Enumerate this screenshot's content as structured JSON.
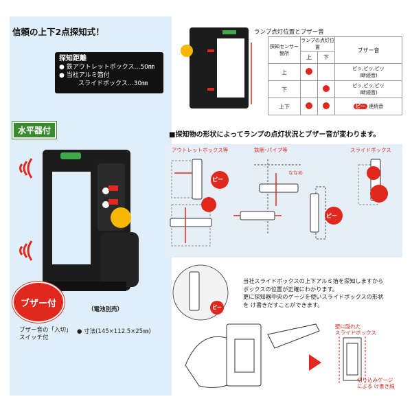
{
  "left": {
    "title": "信頼の上下2点探知式！",
    "spec": {
      "heading": "探知距離",
      "line1": "● 鉄アウトレットボックス…50㎜",
      "line2": "● 当社アルミ箔付",
      "line3": "スライドボックス…30㎜"
    },
    "level_tag": "水平器付",
    "buzzer_badge": "ブザー付",
    "battery_note": "（電池別売）",
    "switch_note_1": "ブザー音の「入切」",
    "switch_note_2": "スイッチ付",
    "size_note": "● 寸法(145×112.5×25㎜)"
  },
  "lamp_table": {
    "title": "ランプ点灯位置とブザー音",
    "col_sensor": "探知センサー箇所",
    "col_lamp": "ランプの点灯位置",
    "col_top": "上",
    "col_bottom": "下",
    "col_buzzer": "ブザー音",
    "rows": [
      {
        "label": "上",
        "buzzer": "ピッ,ピッ,ピッ",
        "buzzer2": "(断続音)"
      },
      {
        "label": "下",
        "buzzer": "ピッ,ピッ,ピッ",
        "buzzer2": "(断続音)"
      },
      {
        "label": "上下",
        "buzzer_badge": "ピー",
        "buzzer2": "連続音"
      }
    ]
  },
  "diagram": {
    "title": "■探知物の形状によってランプの点灯状況とブザー音が変わります。",
    "label_outlet": "アウトレットボックス等",
    "label_pipe": "鉄筋･パイプ等",
    "label_slide": "スライドボックス",
    "label_naname": "ななめ",
    "pi": "ピー"
  },
  "bottom": {
    "text1": "当社スライドボックスの上下アルミ箔を探知しますから",
    "text2": "ボックスの位置が正確にわかります。",
    "text3": "更に探知器中央のゲージを使いスライドボックスの形状",
    "text4": "を け書きだすことができます。",
    "pi": "ピー",
    "label_box1": "壁に隠れた",
    "label_box2": "スライドボックス",
    "label_gauge1": "切り込みゲージ",
    "label_gauge2": "による け書き線"
  },
  "colors": {
    "red": "#e0281e",
    "green": "#3b8a2f",
    "yellow": "#f5b700"
  }
}
